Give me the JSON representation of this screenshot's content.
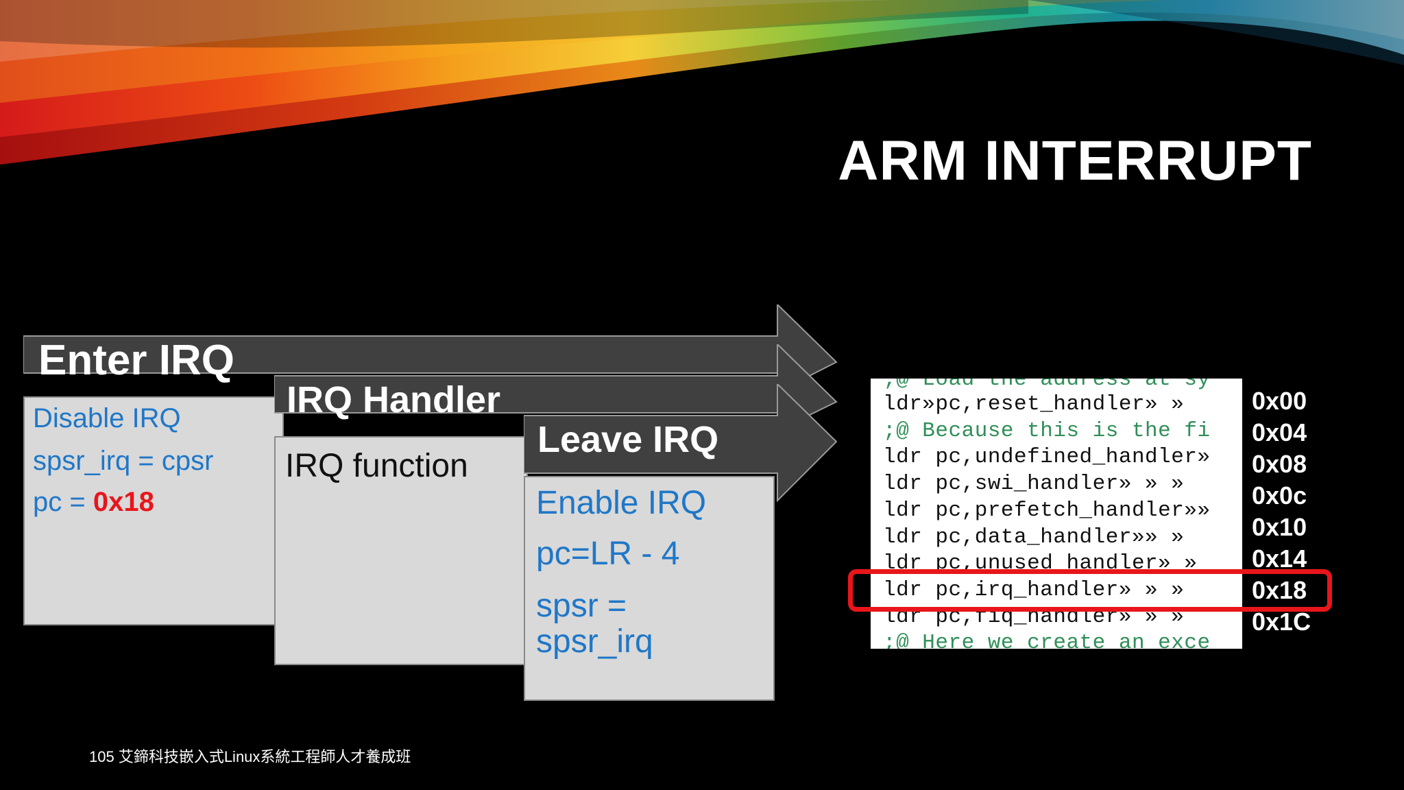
{
  "slide": {
    "title": "ARM INTERRUPT",
    "footer": "105 艾鍗科技嵌入式Linux系統工程師人才養成班"
  },
  "steps": [
    {
      "header": "Enter IRQ",
      "lines": [
        {
          "text": "Disable IRQ"
        },
        {
          "text": "spsr_irq = cpsr"
        },
        {
          "prefix": "pc = ",
          "highlight": "0x18"
        }
      ]
    },
    {
      "header": "IRQ Handler",
      "lines": [
        {
          "text": "IRQ function"
        }
      ]
    },
    {
      "header": "Leave IRQ",
      "lines": [
        {
          "text": "Enable IRQ"
        },
        {
          "text": "pc=LR - 4"
        },
        {
          "text": "spsr ="
        },
        {
          "text": "spsr_irq"
        }
      ]
    }
  ],
  "vector_table": {
    "code_lines": [
      ";@ Load the address at sy",
      "ldr»pc,reset_handler»   »",
      ";@ Because this is the fi",
      "ldr pc,undefined_handler»",
      "ldr pc,swi_handler» »   »",
      "ldr pc,prefetch_handler»»",
      "ldr pc,data_handler»»   »",
      "ldr pc,unused_handler»  »",
      "ldr pc,irq_handler» »   »",
      "ldr pc,fiq_handler» »   »",
      ";@ Here we create an exce"
    ],
    "addresses": [
      "0x00",
      "0x04",
      "0x08",
      "0x0c",
      "0x10",
      "0x14",
      "0x18",
      "0x1C"
    ],
    "highlighted_address": "0x18"
  },
  "colors": {
    "box_fill": "#d9d9d9",
    "header_fill": "#404040",
    "body_text": "#1f77c8",
    "highlight": "#e8161b",
    "comment": "#2f8f58"
  }
}
